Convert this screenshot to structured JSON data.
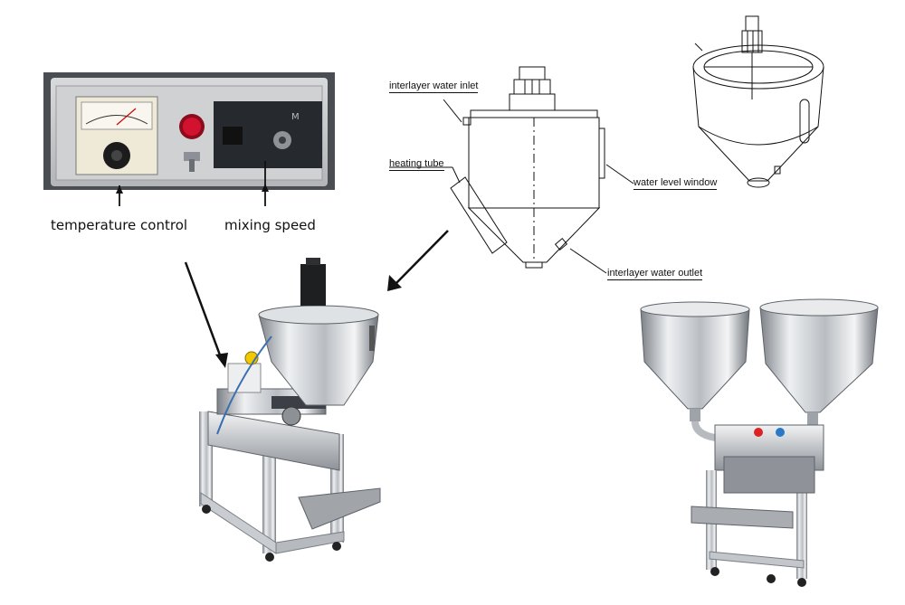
{
  "control_panel": {
    "labels": {
      "temperature": "temperature control",
      "mixing": "mixing speed"
    }
  },
  "hopper_diagram": {
    "labels": {
      "water_inlet": "interlayer water inlet",
      "heating_tube": "heating tube",
      "level_window": "water level window",
      "water_outlet": "interlayer water outlet"
    }
  },
  "colors": {
    "line": "#111111",
    "steel_light": "#e6e8ea",
    "steel_mid": "#a9adb2",
    "steel_dark": "#5e6369",
    "panel_bg": "#2a2d31",
    "knob_red": "#c8102e"
  },
  "icons": [
    "arrow-icon",
    "thermometer-dial-icon",
    "red-button-icon",
    "speed-knob-icon"
  ]
}
